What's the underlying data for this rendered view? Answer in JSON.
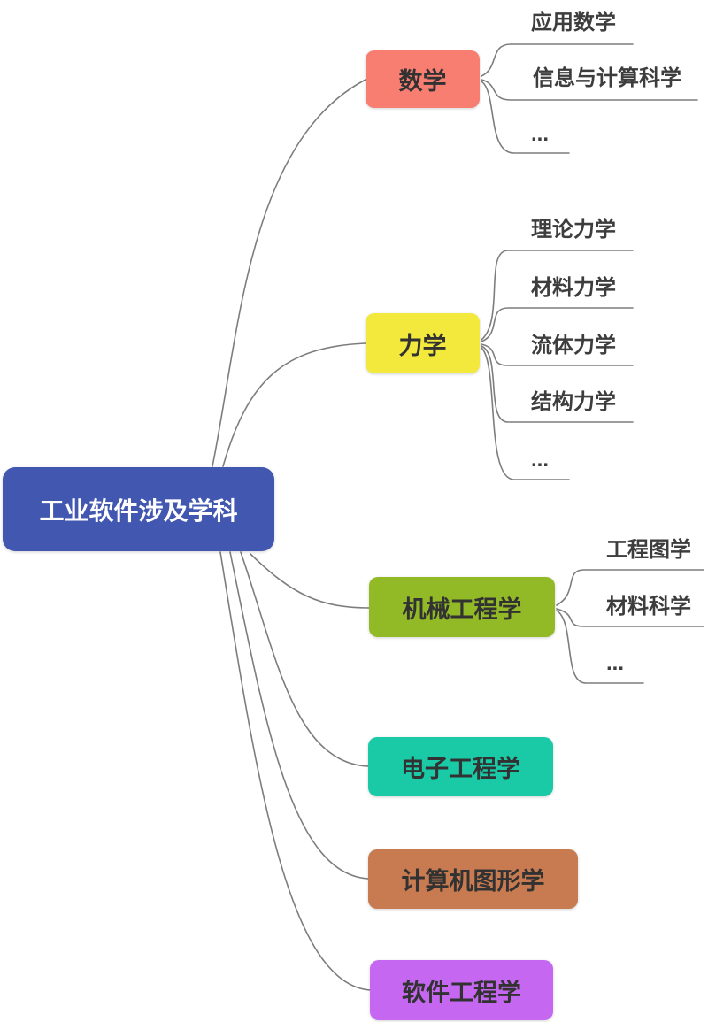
{
  "colors": {
    "line": "#7d7d7d",
    "root_text": "#ffffff",
    "branch_text": "#323232",
    "leaf_text": "#3d3d3d"
  },
  "tree": {
    "root": {
      "label": "工业软件涉及学科",
      "color": "#4157b0"
    },
    "branches": [
      {
        "label": "数学",
        "color": "#f87e72",
        "children": [
          "应用数学",
          "信息与计算科学",
          "..."
        ]
      },
      {
        "label": "力学",
        "color": "#f3e93c",
        "children": [
          "理论力学",
          "材料力学",
          "流体力学",
          "结构力学",
          "..."
        ]
      },
      {
        "label": "机械工程学",
        "color": "#92ba27",
        "children": [
          "工程图学",
          "材料科学",
          "..."
        ]
      },
      {
        "label": "电子工程学",
        "color": "#1ac9a5",
        "children": []
      },
      {
        "label": "计算机图形学",
        "color": "#c87b50",
        "children": []
      },
      {
        "label": "软件工程学",
        "color": "#c567f0",
        "children": []
      }
    ]
  }
}
